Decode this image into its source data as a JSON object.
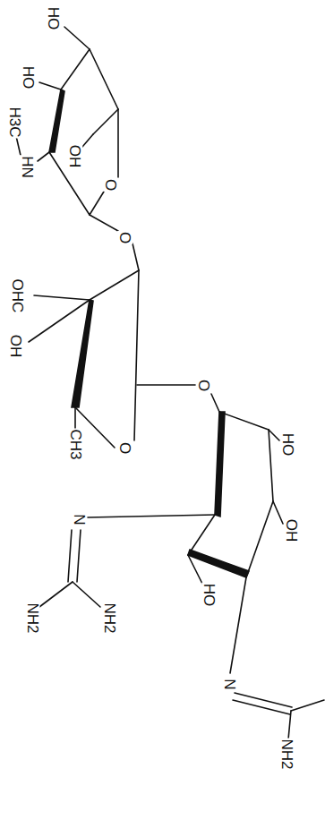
{
  "diagram": {
    "labels": [
      "HO",
      "HO",
      "H3C",
      "HN",
      "OH",
      "O",
      "O",
      "OHC",
      "OH",
      "CH3",
      "O",
      "O",
      "HO",
      "N",
      "NH2",
      "NH2",
      "OH",
      "HO",
      "N",
      "NH2"
    ]
  }
}
